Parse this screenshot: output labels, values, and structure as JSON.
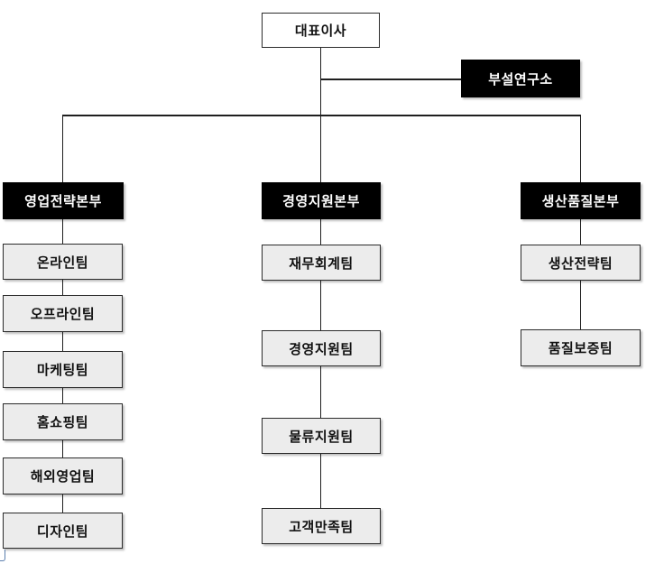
{
  "org": {
    "ceo_label": "대표이사",
    "research_label": "부설연구소",
    "divisions": [
      {
        "label": "영업전략본부",
        "teams": [
          "온라인팀",
          "오프라인팀",
          "마케팅팀",
          "홈쇼핑팀",
          "해외영업팀",
          "디자인팀"
        ]
      },
      {
        "label": "경영지원본부",
        "teams": [
          "재무회계팀",
          "경영지원팀",
          "물류지원팀",
          "고객만족팀"
        ]
      },
      {
        "label": "생산품질본부",
        "teams": [
          "생산전략팀",
          "품질보증팀"
        ]
      }
    ]
  },
  "colors": {
    "background": "#ffffff",
    "dark_box_fill": "#000000",
    "dark_box_text": "#ffffff",
    "team_box_fill": "#ececec",
    "box_border": "#2b2b2b",
    "connector_line": "#1f1f1f",
    "artifact_blue": "#5b7fae"
  }
}
